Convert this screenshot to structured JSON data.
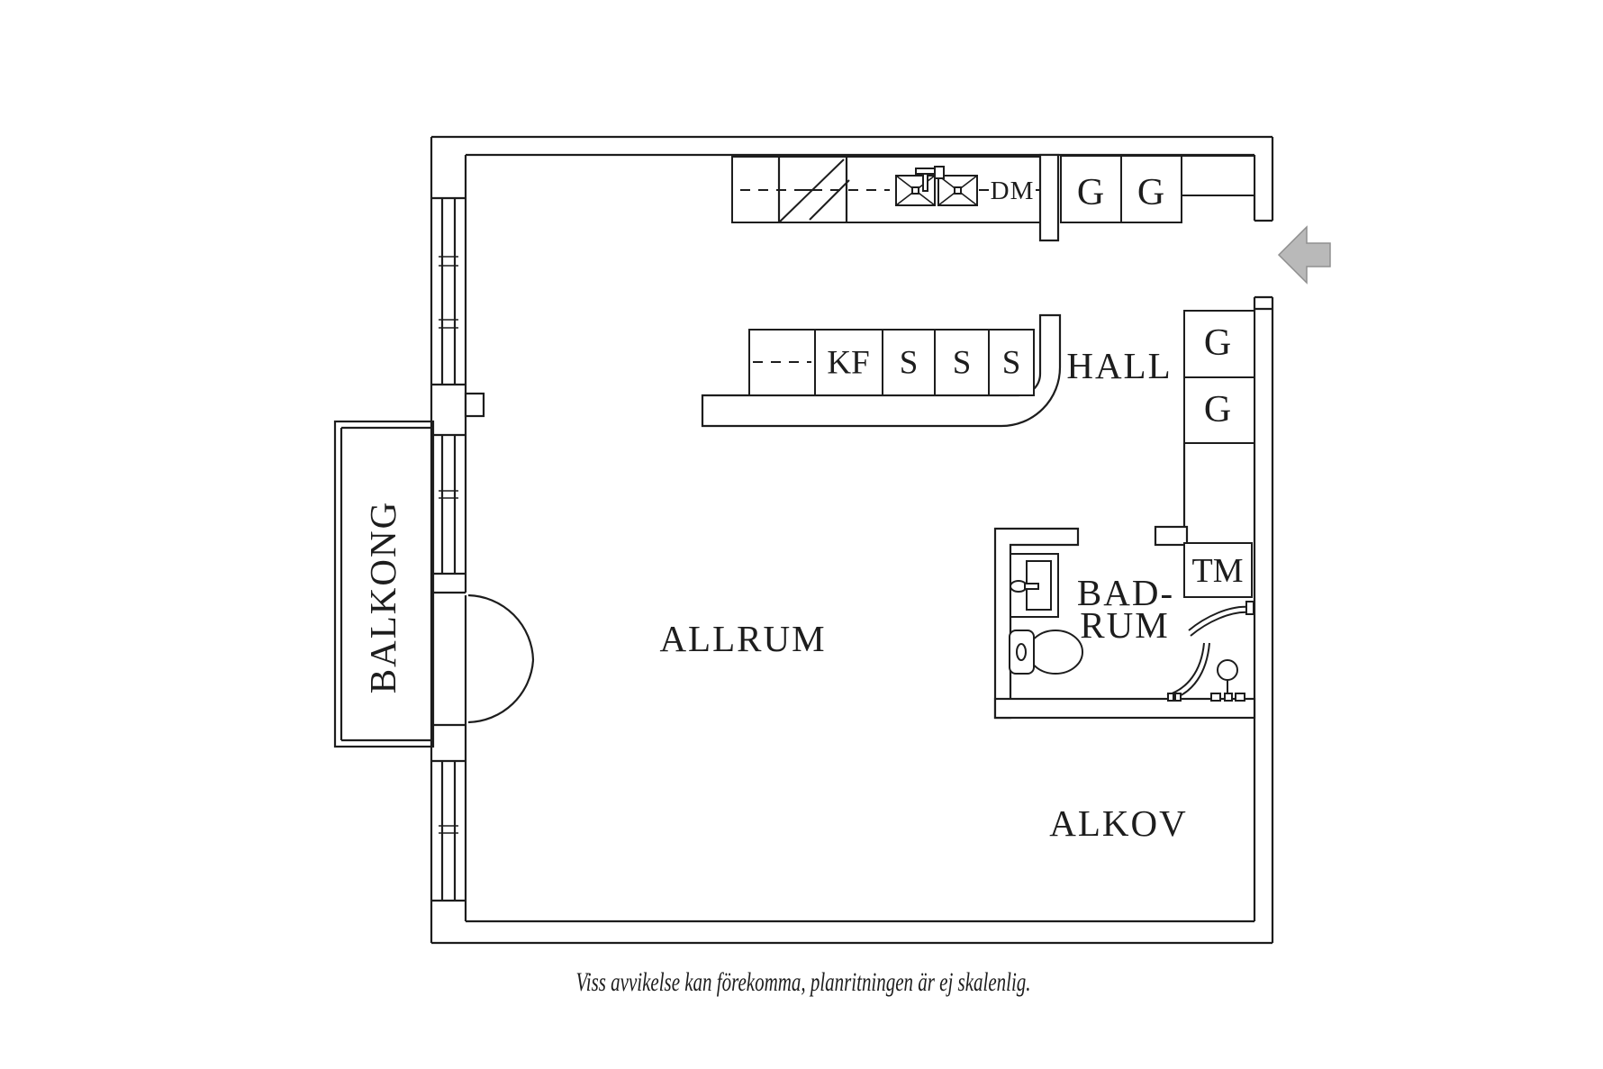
{
  "plan": {
    "room_labels": {
      "balkong": "BALKONG",
      "allrum": "ALLRUM",
      "hall": "HALL",
      "badrum_line1": "BAD-",
      "badrum_line2": "RUM",
      "alkov": "ALKOV"
    },
    "unit_labels": {
      "dm": "DM",
      "kf": "KF",
      "s_1": "S",
      "s_2": "S",
      "s_3": "S",
      "g_kitchen_1": "G",
      "g_kitchen_2": "G",
      "g_hall_upper": "G",
      "g_hall_lower": "G",
      "tm": "TM"
    },
    "caption": "Viss avvikelse kan förekomma, planritningen är ej skalenlig.",
    "colors": {
      "line": "#1d1d1d",
      "text": "#1d1d1d",
      "arrow_fill": "#b9b9b9",
      "arrow_outline": "#8f8f8f",
      "background": "#ffffff"
    }
  }
}
